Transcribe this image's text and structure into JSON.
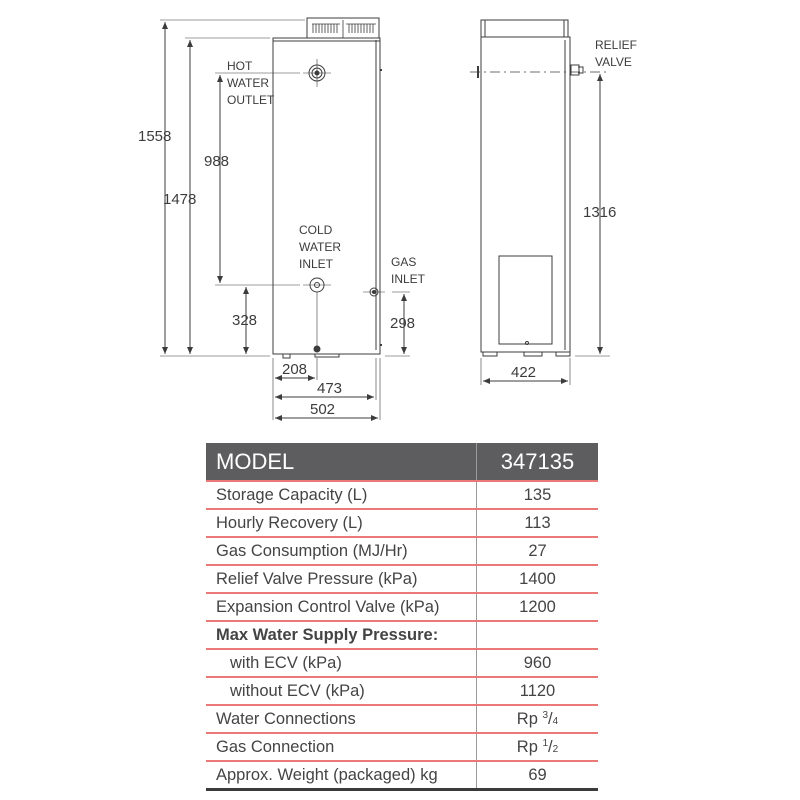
{
  "drawing": {
    "front_view": {
      "labels": {
        "hot_water_outlet": [
          "HOT",
          "WATER",
          "OUTLET"
        ],
        "cold_water_inlet": [
          "COLD",
          "WATER",
          "INLET"
        ],
        "gas_inlet": [
          "GAS",
          "INLET"
        ]
      },
      "dimensions": {
        "overall_height": "1558",
        "body_height": "1478",
        "hot_to_cold": "988",
        "cold_inlet_height": "328",
        "gas_inlet_height": "298",
        "cold_inlet_offset": "208",
        "body_width": "473",
        "overall_width": "502"
      }
    },
    "side_view": {
      "labels": {
        "relief_valve": [
          "RELIEF",
          "VALVE"
        ]
      },
      "dimensions": {
        "relief_valve_height": "1316",
        "depth": "422"
      }
    }
  },
  "table": {
    "header": {
      "label": "MODEL",
      "value": "347135"
    },
    "rows": [
      {
        "label": "Storage Capacity (L)",
        "value": "135"
      },
      {
        "label": "Hourly Recovery (L)",
        "value": "113"
      },
      {
        "label": "Gas Consumption (MJ/Hr)",
        "value": "27"
      },
      {
        "label": "Relief Valve Pressure (kPa)",
        "value": "1400"
      },
      {
        "label": "Expansion Control Valve (kPa)",
        "value": "1200"
      },
      {
        "label": "Max Water Supply Pressure:",
        "value": ""
      },
      {
        "label": "with ECV (kPa)",
        "value": "960"
      },
      {
        "label": "without ECV (kPa)",
        "value": "1120"
      },
      {
        "label": "Water Connections",
        "value_prefix": "Rp",
        "value_num": "3",
        "value_den": "4"
      },
      {
        "label": "Gas Connection",
        "value_prefix": "Rp",
        "value_num": "1",
        "value_den": "2"
      },
      {
        "label": "Approx. Weight (packaged) kg",
        "value": "69"
      }
    ]
  },
  "colors": {
    "header_bg": "#5d5d5f",
    "row_divider": "#e97a78",
    "line": "#3c3c3c"
  }
}
